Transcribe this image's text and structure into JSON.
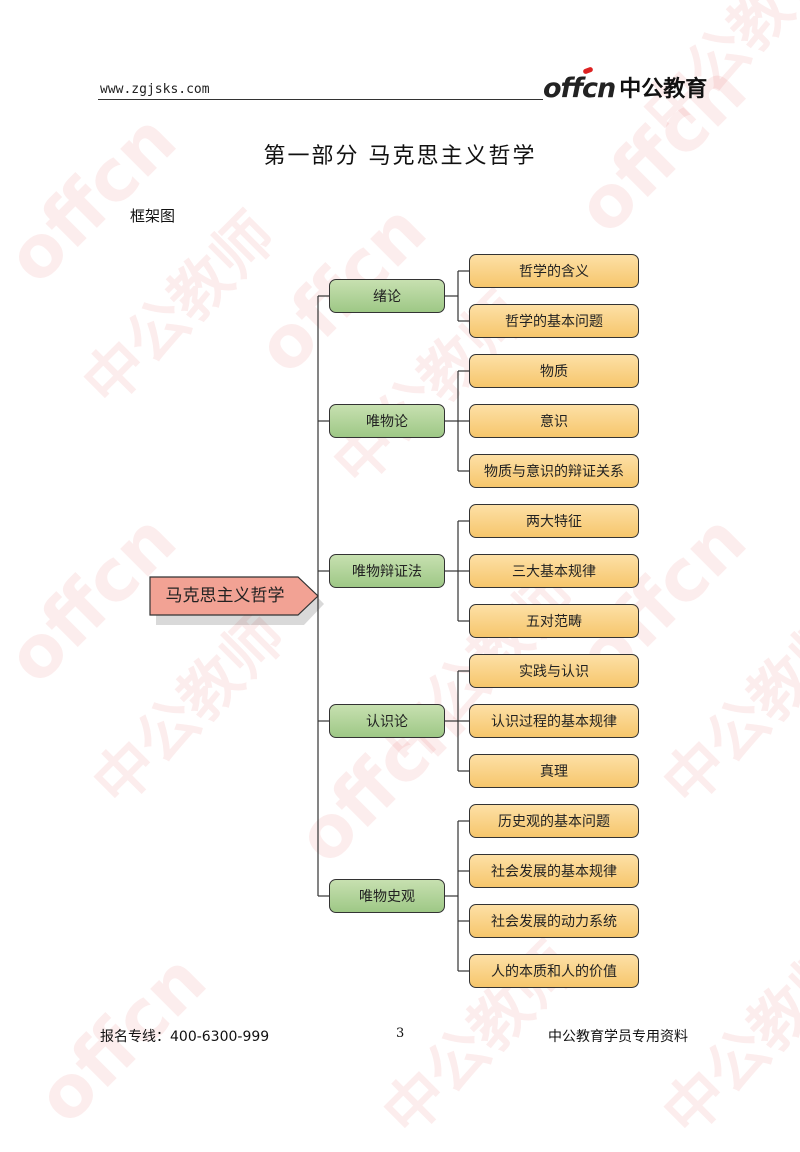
{
  "header": {
    "url": "www.zgjsks.com",
    "logo_latin": "offcn",
    "logo_cn": "中公教育"
  },
  "watermark": {
    "latin": "offcn",
    "cn": "中公教师",
    "color": "#e25252"
  },
  "title": "第一部分  马克思主义哲学",
  "subtitle": "框架图",
  "mindmap": {
    "root": "马克思主义哲学",
    "branches": [
      {
        "label": "绪论",
        "children": [
          "哲学的含义",
          "哲学的基本问题"
        ]
      },
      {
        "label": "唯物论",
        "children": [
          "物质",
          "意识",
          "物质与意识的辩证关系"
        ]
      },
      {
        "label": "唯物辩证法",
        "children": [
          "两大特征",
          "三大基本规律",
          "五对范畴"
        ]
      },
      {
        "label": "认识论",
        "children": [
          "实践与认识",
          "认识过程的基本规律",
          "真理"
        ]
      },
      {
        "label": "唯物史观",
        "children": [
          "历史观的基本问题",
          "社会发展的基本规律",
          "社会发展的动力系统",
          "人的本质和人的价值"
        ]
      }
    ],
    "colors": {
      "root_fill": "#f2a294",
      "branch_fill": "#a8cf90",
      "leaf_fill": "#f9cf7e",
      "border": "#333333"
    }
  },
  "footer": {
    "hotline": "报名专线：400-6300-999",
    "page_number": "3",
    "note": "中公教育学员专用资料"
  }
}
